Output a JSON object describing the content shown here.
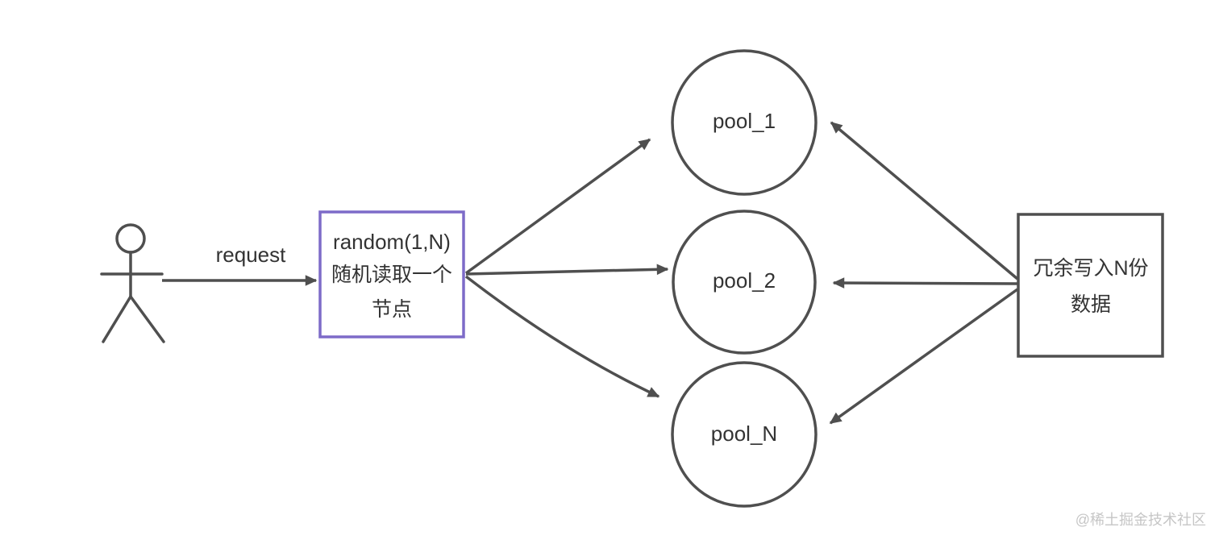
{
  "diagram": {
    "colors": {
      "background": "#ffffff",
      "stroke": "#4f4f4f",
      "text": "#333333",
      "accent": "#7d6bc8",
      "watermark": "#c6c6c6"
    },
    "request_arrow": {
      "label": "request"
    },
    "random_box": {
      "line1": "random(1,N)",
      "line2": "随机读取一个",
      "line3": "节点"
    },
    "pools": [
      {
        "label": "pool_1"
      },
      {
        "label": "pool_2"
      },
      {
        "label": "pool_N"
      }
    ],
    "write_box": {
      "line1": "冗余写入N份",
      "line2": "数据"
    },
    "watermark": {
      "label": "@稀土掘金技术社区"
    }
  }
}
